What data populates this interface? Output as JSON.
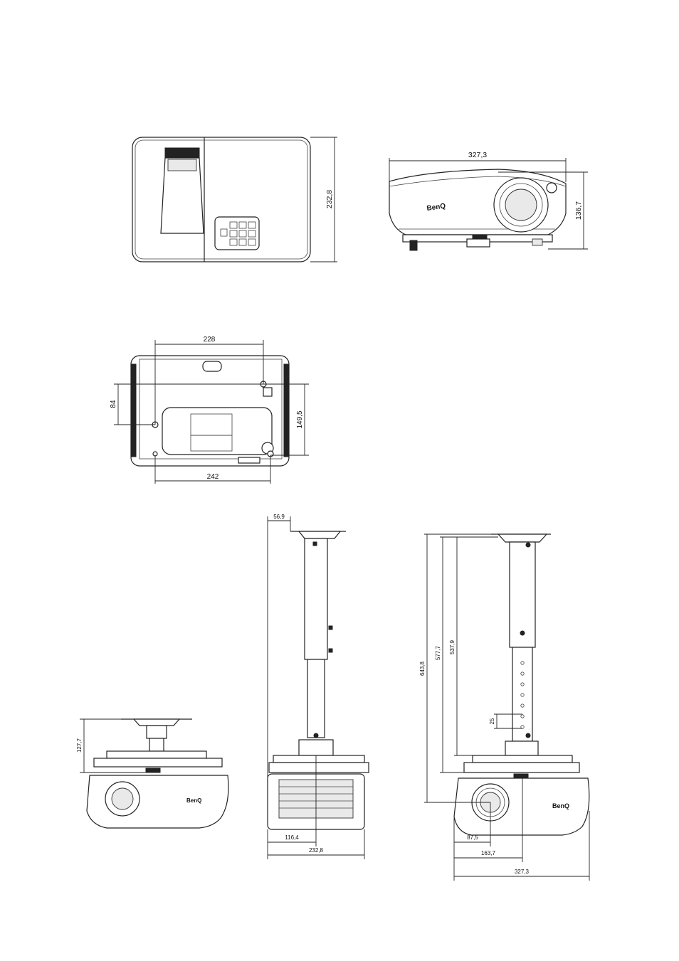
{
  "top_view": {
    "depth": "232,8"
  },
  "front_view": {
    "width": "327,3",
    "height": "136,7",
    "brand": "BenQ"
  },
  "bottom_view": {
    "hole_spacing_top": "228",
    "hole_spacing_bottom": "242",
    "left_offset": "84",
    "right_offset": "149,5"
  },
  "mount_front_small": {
    "height": "127,7",
    "brand": "BenQ"
  },
  "mount_side": {
    "mount_offset": "56,9",
    "depth_half": "116,4",
    "depth": "232,8"
  },
  "mount_front_large": {
    "height_max": "643,8",
    "height_mid": "577,7",
    "height_min": "537,9",
    "step": "25",
    "lens_offset": "87,5",
    "center_offset": "163,7",
    "width": "327,3",
    "brand": "BenQ"
  }
}
